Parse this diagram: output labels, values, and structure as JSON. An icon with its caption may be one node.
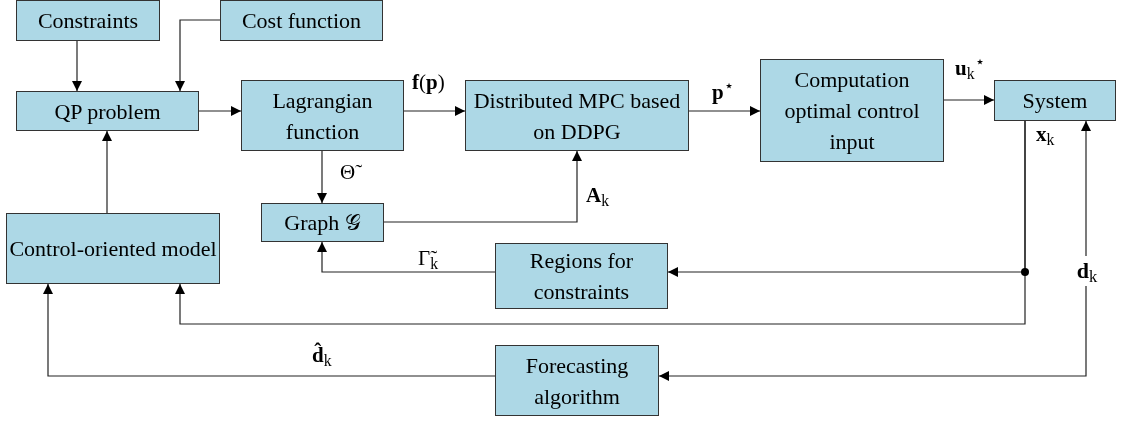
{
  "diagram": {
    "nodes": [
      {
        "text": [
          "Constraints"
        ]
      },
      {
        "text": [
          "Cost function"
        ]
      },
      {
        "text": [
          "QP problem"
        ]
      },
      {
        "text": [
          "Lagrangian function"
        ]
      },
      {
        "text": [
          "Distributed MPC based on DDPG"
        ]
      },
      {
        "text": [
          "Computation optimal control input"
        ]
      },
      {
        "text": [
          "System"
        ]
      },
      {
        "text": [
          "Control-oriented model"
        ]
      },
      {
        "text": [
          "Graph 𝒢"
        ]
      },
      {
        "text": [
          "Regions for constraints"
        ]
      },
      {
        "text": [
          "Forecasting algorithm"
        ]
      },
      {
        "text": [
          "**d**$_{k}$"
        ]
      }
    ],
    "edges": [
      {
        "from": 0,
        "to": 2,
        "arrow": "to"
      },
      {
        "from": 1,
        "to": 2,
        "arrow": "to"
      },
      {
        "from": 2,
        "to": 3,
        "arrow": "to"
      },
      {
        "from": 3,
        "to": 4,
        "arrow": "to",
        "label": "**f**(**p**)"
      },
      {
        "from": 4,
        "to": 5,
        "arrow": "to",
        "label": "**p**$^{⋆}$"
      },
      {
        "from": 5,
        "to": 6,
        "arrow": "to",
        "label": "**u**$_{k}$$^{⋆}$"
      },
      {
        "from": 3,
        "to": 8,
        "arrow": "to",
        "label": "Θ̃"
      },
      {
        "from": 8,
        "to": 4,
        "arrow": "to",
        "label": "**A**$_{k}$"
      },
      {
        "from": 7,
        "to": 2,
        "arrow": "to"
      },
      {
        "from": 9,
        "to": 8,
        "arrow": "to",
        "label": "Γ̃$_{k}$"
      },
      {
        "from": 6,
        "to": 9,
        "arrow": "to",
        "label": "**x**$_{k}$"
      },
      {
        "from": 6,
        "to": 7,
        "arrow": "to"
      },
      {
        "from": 11,
        "to": 6,
        "arrow": "to"
      },
      {
        "from": 11,
        "to": 10,
        "arrow": "to"
      },
      {
        "from": 10,
        "to": 7,
        "arrow": "to",
        "label": "**d̂**$_{k}$"
      }
    ]
  }
}
